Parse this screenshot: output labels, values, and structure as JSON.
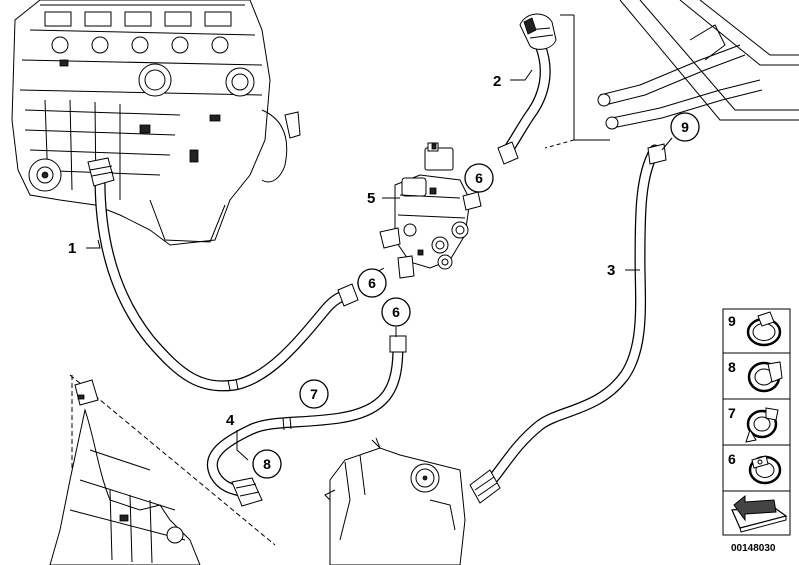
{
  "diagram": {
    "part_callouts": [
      {
        "id": "callout-1",
        "label": "1"
      },
      {
        "id": "callout-2",
        "label": "2"
      },
      {
        "id": "callout-3",
        "label": "3"
      },
      {
        "id": "callout-4",
        "label": "4"
      },
      {
        "id": "callout-5",
        "label": "5"
      }
    ],
    "circle_callouts": [
      {
        "id": "circle-6-valve-top",
        "label": "6"
      },
      {
        "id": "circle-6-valve-left",
        "label": "6"
      },
      {
        "id": "circle-6-lower",
        "label": "6"
      },
      {
        "id": "circle-7",
        "label": "7"
      },
      {
        "id": "circle-8",
        "label": "8"
      },
      {
        "id": "circle-9",
        "label": "9"
      }
    ],
    "legend": [
      {
        "label": "9",
        "icon": "hose-clamp-icon"
      },
      {
        "label": "8",
        "icon": "hose-clamp-icon"
      },
      {
        "label": "7",
        "icon": "hose-clamp-icon"
      },
      {
        "label": "6",
        "icon": "hose-clamp-icon"
      },
      {
        "label": "",
        "icon": "shim-arrow-icon"
      }
    ],
    "diagram_code": "00148030"
  }
}
